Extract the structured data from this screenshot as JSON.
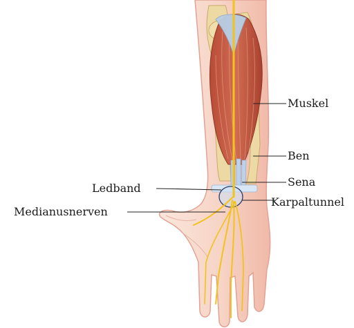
{
  "labels": {
    "muscle": "Muskel",
    "bone": "Ben",
    "tendon": "Sena",
    "ligament": "Ledband",
    "carpal_tunnel": "Karpaltunnel",
    "median_nerve": "Medianusnerven"
  },
  "colors": {
    "skin": "#f7dcd0",
    "skin_outline": "#e6a79a",
    "muscle": "#c9604a",
    "tendon": "#b9cfe6",
    "bone": "#ead79f",
    "nerve": "#f2c31b"
  }
}
